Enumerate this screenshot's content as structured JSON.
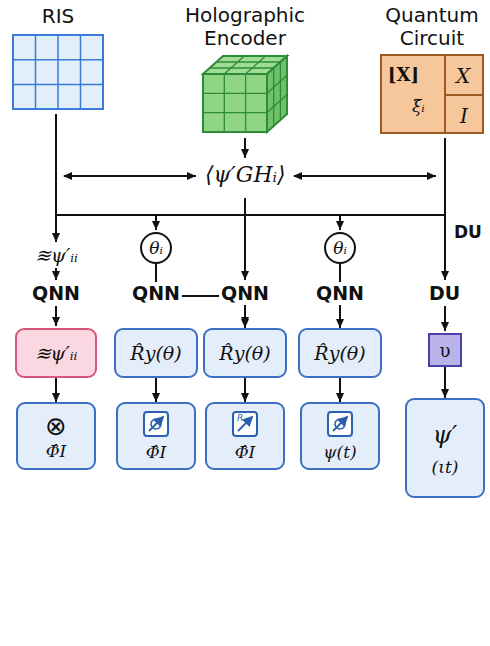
{
  "diagram": {
    "nodes": [
      {
        "text": [
          "RIS"
        ]
      },
      {
        "text": [
          "Holographic Encoder"
        ]
      },
      {
        "text": [
          "Quantum Circuit",
          "⌊X⌋",
          "ξ̃ᵢ",
          "X",
          "I"
        ]
      },
      {
        "text": [
          "θᵢ"
        ]
      },
      {
        "text": [
          "θᵢ"
        ]
      },
      {
        "text": [
          "≋ψ′ᵢᵢ"
        ]
      },
      {
        "text": [
          "R̂y(θ)"
        ]
      },
      {
        "text": [
          "R̂y(θ)"
        ]
      },
      {
        "text": [
          "R̂y(θ)"
        ]
      },
      {
        "text": [
          "υ"
        ]
      },
      {
        "text": [
          "⊗",
          "Φ̂I"
        ]
      },
      {
        "text": [
          "Φ̂I"
        ]
      },
      {
        "text": [
          "R",
          "Φ̂I"
        ]
      },
      {
        "text": [
          "ψ(t)"
        ]
      },
      {
        "text": [
          "ψ′",
          "(ιt)"
        ]
      }
    ],
    "edges": [
      {
        "from": 3,
        "to": 7,
        "arrow": "to"
      },
      {
        "from": 4,
        "to": 8,
        "arrow": "to"
      },
      {
        "from": 5,
        "to": 10,
        "arrow": "to"
      },
      {
        "from": 6,
        "to": 11,
        "arrow": "to"
      },
      {
        "from": 7,
        "to": 12,
        "arrow": "to"
      },
      {
        "from": 8,
        "to": 13,
        "arrow": "to"
      },
      {
        "from": 9,
        "to": 14,
        "arrow": "to"
      }
    ],
    "labels": [
      "⟨ψ′GHᵢ⟩",
      "≋ψ′ᵢᵢ",
      "DU",
      "QNN",
      "QNN",
      "QNN",
      "QNN",
      "DU"
    ]
  }
}
